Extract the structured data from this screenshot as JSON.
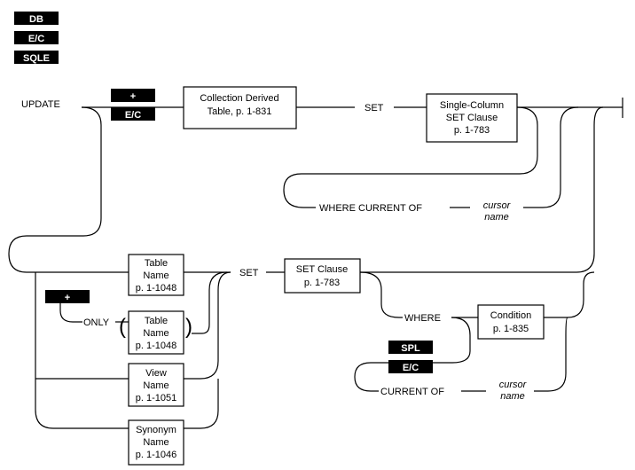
{
  "badges": {
    "db": "DB",
    "ec": "E/C",
    "sqle": "SQLE",
    "plus": "+",
    "spl": "SPL"
  },
  "keywords": {
    "update": "UPDATE",
    "set": "SET",
    "where_current_of": "WHERE CURRENT OF",
    "only": "ONLY",
    "where": "WHERE",
    "current_of": "CURRENT OF",
    "open_paren": "(",
    "close_paren": ")"
  },
  "variables": {
    "cursor": "cursor",
    "name": "name"
  },
  "boxes": {
    "collection_derived": [
      "Collection Derived",
      "Table, p. 1-831"
    ],
    "single_column_set": [
      "Single-Column",
      "SET Clause",
      "p. 1-783"
    ],
    "table_name": [
      "Table",
      "Name",
      "p. 1-1048"
    ],
    "table_name_only": [
      "Table",
      "Name",
      "p. 1-1048"
    ],
    "view_name": [
      "View",
      "Name",
      "p. 1-1051"
    ],
    "synonym_name": [
      "Synonym",
      "Name",
      "p. 1-1046"
    ],
    "set_clause": [
      "SET Clause",
      "p. 1-783"
    ],
    "condition": [
      "Condition",
      "p. 1-835"
    ]
  }
}
